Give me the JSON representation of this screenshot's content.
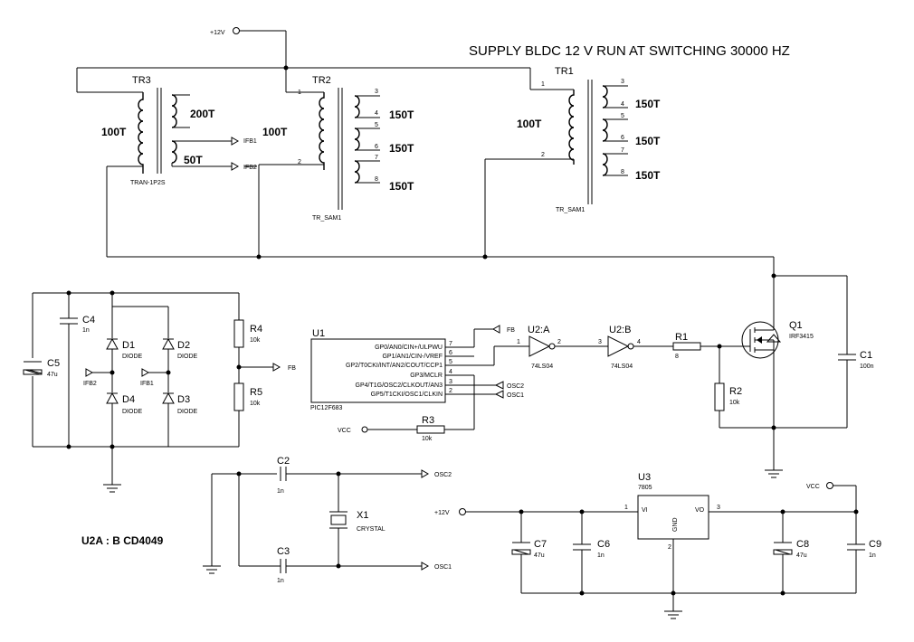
{
  "title": "SUPPLY BLDC 12 V  RUN AT SWITCHING 30000 HZ",
  "note": "U2A : B  CD4049",
  "power": {
    "v12_top": "+12V",
    "v12_reg": "+12V",
    "vcc_out": "VCC",
    "vcc_r3": "VCC"
  },
  "tr3": {
    "ref": "TR3",
    "part": "TRAN-1P2S",
    "primary": "100T",
    "sec1": "200T",
    "sec2": "50T",
    "tap": "100T"
  },
  "tr2": {
    "ref": "TR2",
    "part": "TR_SAM1",
    "s1": "150T",
    "s2": "150T",
    "s3": "150T",
    "pins": {
      "p1": "1",
      "p2": "2",
      "p3": "3",
      "p4": "4",
      "p5": "5",
      "p6": "6",
      "p7": "7",
      "p8": "8"
    }
  },
  "tr1": {
    "ref": "TR1",
    "part": "TR_SAM1",
    "primary": "100T",
    "s1": "150T",
    "s2": "150T",
    "s3": "150T",
    "pins": {
      "p1": "1",
      "p2": "2",
      "p3": "3",
      "p4": "4",
      "p5": "5",
      "p6": "6",
      "p7": "7",
      "p8": "8"
    }
  },
  "nets": {
    "ifb1": "IFB1",
    "ifb2": "IFB2",
    "fb": "FB",
    "osc1": "OSC1",
    "osc2": "OSC2"
  },
  "bridge": {
    "c4": {
      "ref": "C4",
      "val": "1n"
    },
    "c5": {
      "ref": "C5",
      "val": "47u"
    },
    "d1": {
      "ref": "D1",
      "val": "DIODE"
    },
    "d2": {
      "ref": "D2",
      "val": "DIODE"
    },
    "d3": {
      "ref": "D3",
      "val": "DIODE"
    },
    "d4": {
      "ref": "D4",
      "val": "DIODE"
    },
    "r4": {
      "ref": "R4",
      "val": "10k"
    },
    "r5": {
      "ref": "R5",
      "val": "10k"
    }
  },
  "u1": {
    "ref": "U1",
    "part": "PIC12F683",
    "pins": [
      {
        "name": "GP0/AN0/CIN+/ULPWU",
        "num": "7"
      },
      {
        "name": "GP1/AN1/CIN-/VREF",
        "num": "6"
      },
      {
        "name": "GP2/T0CKI/INT/AN2/COUT/CCP1",
        "num": "5"
      },
      {
        "name": "GP3/MCLR",
        "num": "4"
      },
      {
        "name": "GP4/T1G/OSC2/CLKOUT/AN3",
        "num": "3"
      },
      {
        "name": "GP5/T1CKI/OSC1/CLKIN",
        "num": "2"
      }
    ]
  },
  "r3": {
    "ref": "R3",
    "val": "10k"
  },
  "u2a": {
    "ref": "U2:A",
    "part": "74LS04",
    "in": "1",
    "out": "2"
  },
  "u2b": {
    "ref": "U2:B",
    "part": "74LS04",
    "in": "3",
    "out": "4"
  },
  "r1": {
    "ref": "R1",
    "val": "8"
  },
  "r2": {
    "ref": "R2",
    "val": "10k"
  },
  "q1": {
    "ref": "Q1",
    "part": "IRF3415"
  },
  "c1": {
    "ref": "C1",
    "val": "100n"
  },
  "osc": {
    "c2": {
      "ref": "C2",
      "val": "1n"
    },
    "c3": {
      "ref": "C3",
      "val": "1n"
    },
    "x1": {
      "ref": "X1",
      "part": "CRYSTAL"
    }
  },
  "u3": {
    "ref": "U3",
    "part": "7805",
    "vi": "VI",
    "vo": "VO",
    "gnd": "GND",
    "p1": "1",
    "p2": "2",
    "p3": "3",
    "c7": {
      "ref": "C7",
      "val": "47u"
    },
    "c6": {
      "ref": "C6",
      "val": "1n"
    },
    "c8": {
      "ref": "C8",
      "val": "47u"
    },
    "c9": {
      "ref": "C9",
      "val": "1n"
    }
  }
}
